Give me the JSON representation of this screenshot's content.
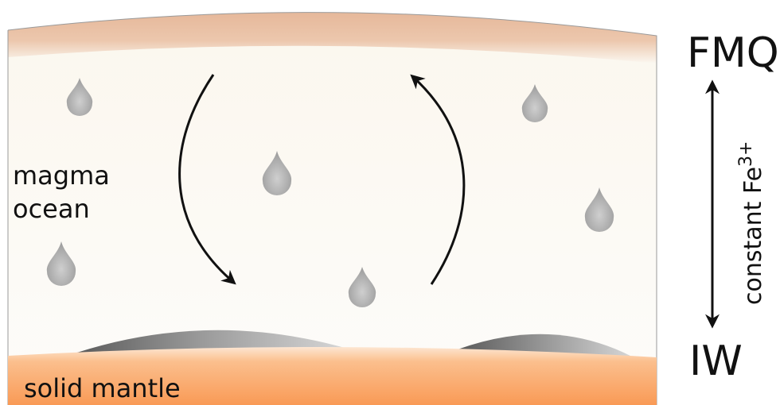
{
  "labels": {
    "magma_line1": "magma",
    "magma_line2": "ocean",
    "solid_mantle": "solid mantle",
    "top_buffer": "FMQ",
    "bottom_buffer": "IW",
    "side_text_main": "constant Fe",
    "side_text_sup": "3+"
  },
  "colors": {
    "magma": "#fbf8f1",
    "crust": "#e9c0a3",
    "mantle": "#f9a160",
    "droplet": "#b4b4b4",
    "pile": "#8c8c8c",
    "arrow": "#111111"
  },
  "icons": {
    "droplet": "droplet-icon",
    "down_arrow": "curved-arrow-down-icon",
    "up_arrow": "curved-arrow-up-icon",
    "double_arrow": "double-arrow-icon"
  }
}
